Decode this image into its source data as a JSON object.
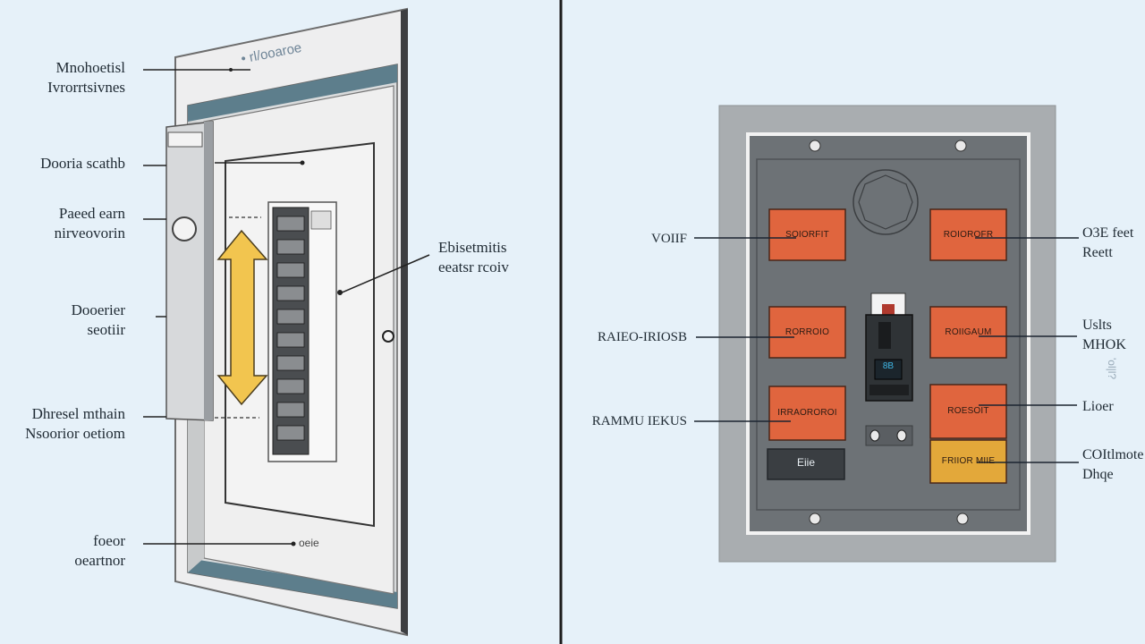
{
  "left_panel": {
    "labels": [
      {
        "lines": [
          "Mnohoetisl",
          "Ivrorrtsivnes"
        ]
      },
      {
        "lines": [
          "Dooria scathb"
        ]
      },
      {
        "lines": [
          "Paeed earn",
          "nirveovorin"
        ]
      },
      {
        "lines": [
          "Dooerier",
          "seotiir"
        ]
      },
      {
        "lines": [
          "Dhresel mthain",
          "Nsoorior oetiom"
        ]
      },
      {
        "lines": [
          "foeor",
          "oeartnor"
        ]
      }
    ],
    "right_label": {
      "lines": [
        "Ebisetmitis",
        "eeatsr rcoiv"
      ]
    },
    "top_panel_text": "• rl/ooaroe",
    "bottom_panel_text": "oeie"
  },
  "right_panel": {
    "left_labels": [
      "VOIIF",
      "RAIEO-IRIOSB",
      "RAMMU IEKUS"
    ],
    "right_labels": [
      {
        "lines": [
          "O3E feet",
          "Reett"
        ]
      },
      {
        "lines": [
          "Uslts",
          "MHOK"
        ]
      },
      {
        "lines": [
          "Lioer"
        ]
      },
      {
        "lines": [
          "COItlmote",
          "Dhqe"
        ]
      }
    ],
    "buttons_left": [
      "SOIORFIT",
      "RORROIO",
      "IRRAOROROI"
    ],
    "buttons_right": [
      "ROIOROFR",
      "ROIIGAUM",
      "ROESOIT",
      "FRIIOR MIIE"
    ],
    "small_button": "Eiie",
    "display_text": "8B",
    "side_text": "'ol|l?"
  },
  "colors": {
    "background": "#e6f1f9",
    "orange_button": "#e0653e",
    "yellow_button": "#e3a83a",
    "panel_dark": "#6d7276",
    "panel_frame": "#a9adb0",
    "arrow_yellow": "#f2c54f",
    "teal_trim": "#5d7e8c"
  }
}
